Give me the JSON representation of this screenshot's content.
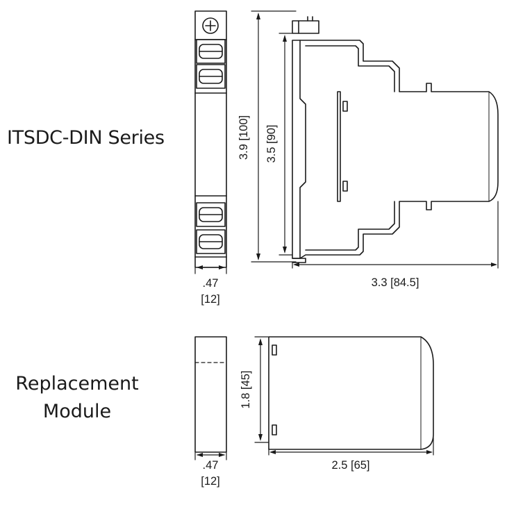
{
  "labels": {
    "series_title": "ITSDC-DIN Series",
    "module_title_line1": "Replacement",
    "module_title_line2": "Module"
  },
  "dimensions": {
    "din_width_in": ".47",
    "din_width_mm": "[12]",
    "din_total_height": "3.9 [100]",
    "din_inner_height": "3.5 [90]",
    "din_depth": "3.3 [84.5]",
    "module_width_in": ".47",
    "module_width_mm": "[12]",
    "module_height": "1.8 [45]",
    "module_depth": "2.5 [65]"
  }
}
